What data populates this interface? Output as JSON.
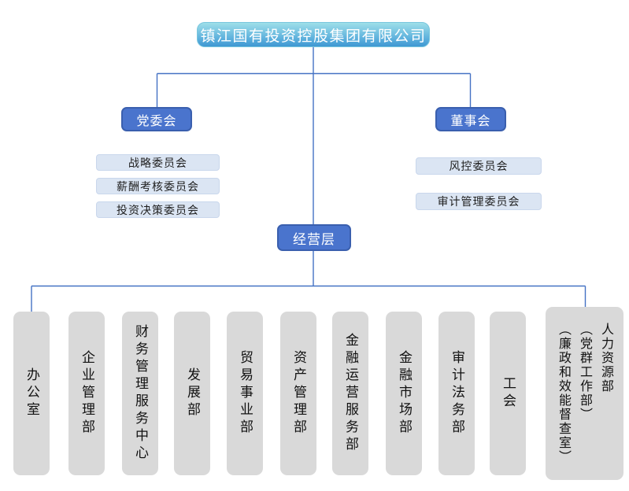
{
  "org_chart": {
    "root": {
      "label": "镇江国有投资控股集团有限公司"
    },
    "party": {
      "label": "党委会",
      "committees": [
        {
          "label": "战略委员会"
        },
        {
          "label": "薪酬考核委员会"
        },
        {
          "label": "投资决策委员会"
        }
      ]
    },
    "board": {
      "label": "董事会",
      "committees": [
        {
          "label": "风控委员会"
        },
        {
          "label": "审计管理委员会"
        }
      ]
    },
    "management": {
      "label": "经营层"
    },
    "departments": [
      {
        "label": "办公室"
      },
      {
        "label": "企业管理部"
      },
      {
        "label": "财务管理服务中心"
      },
      {
        "label": "发展部"
      },
      {
        "label": "贸易事业部"
      },
      {
        "label": "资产管理部"
      },
      {
        "label": "金融运营服务部"
      },
      {
        "label": "金融市场部"
      },
      {
        "label": "审计法务部"
      },
      {
        "label": "工会"
      },
      {
        "label": "人力资源部（党群工作部）（廉政和效能督查室）",
        "lines": [
          "人力资源部",
          "（党群工作部）",
          "（廉政和效能督查室）"
        ]
      }
    ],
    "colors": {
      "root_gradient_top": "#9edfe9",
      "root_gradient_bottom": "#3e97d3",
      "node_blue_fill": "#4a74cd",
      "node_blue_border": "#3a5fae",
      "committee_fill": "#dbe5f3",
      "committee_border": "#c9d7ec",
      "department_fill": "#d9d9d9",
      "connector_line": "#4472c4",
      "node_text": "#ffffff",
      "body_text": "#111111"
    }
  }
}
